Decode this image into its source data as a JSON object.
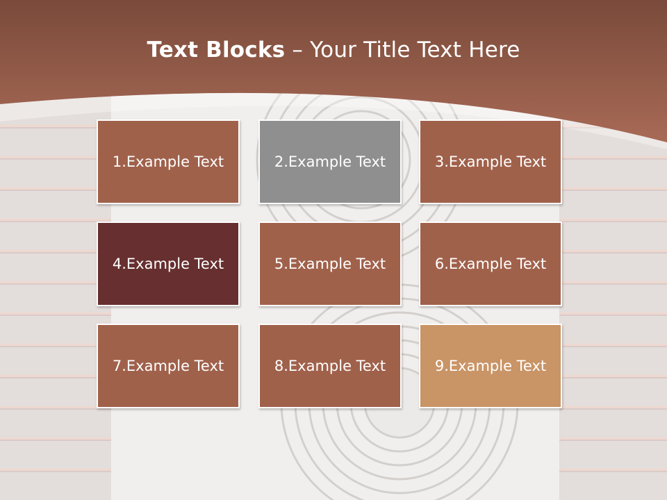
{
  "title": {
    "bold": "Text Blocks",
    "separator": " – ",
    "regular": "Your Title Text Here"
  },
  "blocks": [
    {
      "label": "1.Example Text",
      "color": "#a0614b"
    },
    {
      "label": "2.Example Text",
      "color": "#8f8f8f"
    },
    {
      "label": "3.Example Text",
      "color": "#a0614b"
    },
    {
      "label": "4.Example Text",
      "color": "#672f2f"
    },
    {
      "label": "5.Example Text",
      "color": "#a0614b"
    },
    {
      "label": "6.Example Text",
      "color": "#a0614b"
    },
    {
      "label": "7.Example Text",
      "color": "#a0614b"
    },
    {
      "label": "8.Example Text",
      "color": "#a0614b"
    },
    {
      "label": "9.Example Text",
      "color": "#c99466"
    }
  ]
}
